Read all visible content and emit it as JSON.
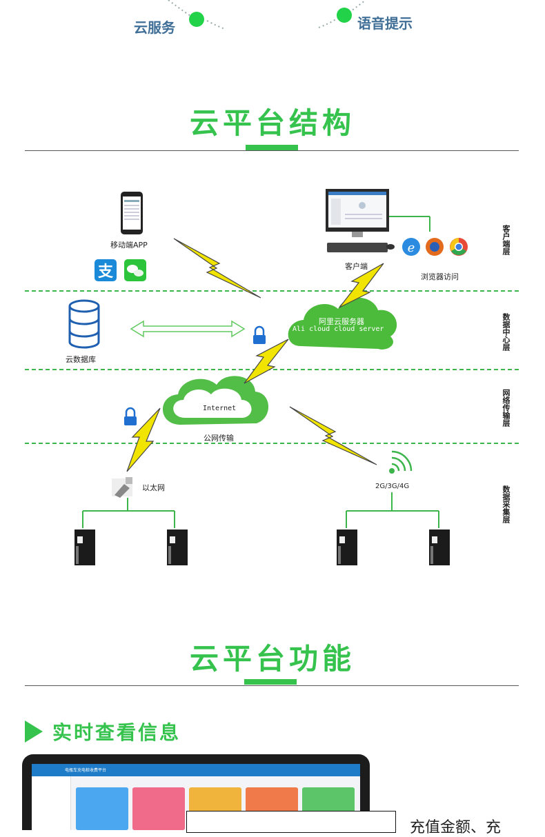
{
  "top": {
    "left_label": "云服务",
    "right_label": "语音提示"
  },
  "section1": {
    "title": "云平台结构"
  },
  "diagram": {
    "mobile_label": "移动端APP",
    "client_label": "客户端",
    "browser_label": "浏览器访问",
    "ali_cloud_line1": "阿里云服务器",
    "ali_cloud_line2": "Ali cloud  cloud server",
    "db_label": "云数据库",
    "internet_label": "Internet",
    "public_net_label": "公网传输",
    "ethernet_label": "以太网",
    "wireless_label": "2G/3G/4G",
    "layers": {
      "client": "客户端层",
      "data_center": "数据中心层",
      "network": "网络传输层",
      "collection": "数据采集层"
    },
    "colors": {
      "green": "#35c34e",
      "bolt": "#f2e000",
      "cloud": "#4cbb3c",
      "line": "#3cb54a"
    }
  },
  "section2": {
    "title": "云平台功能"
  },
  "feature": {
    "heading": "实时查看信息",
    "app_title": "电瓶车充电桩收费平台",
    "side_text": "充值金额、充"
  }
}
